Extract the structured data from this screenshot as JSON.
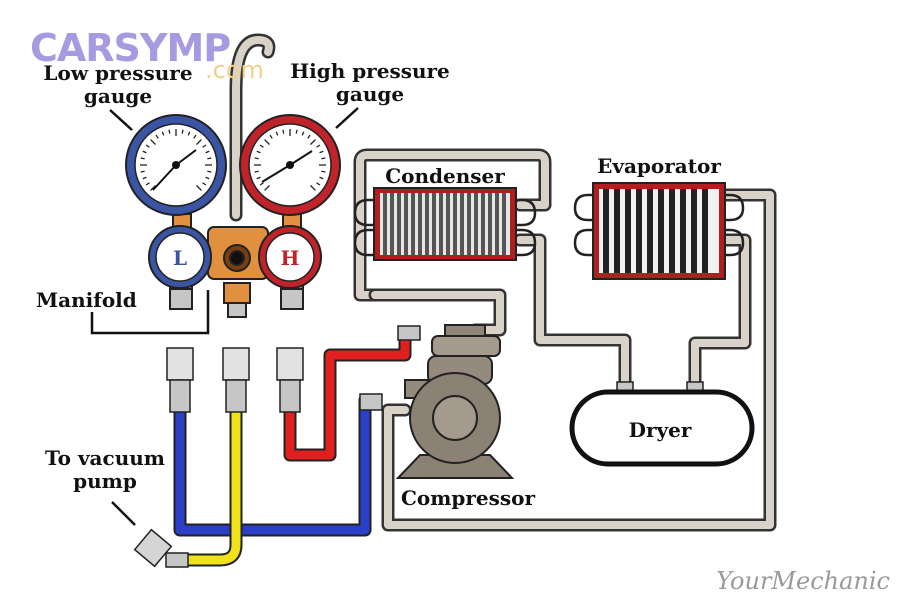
{
  "logo": {
    "brand": "CARSYMP",
    "suffix": ".com"
  },
  "labels": {
    "low_gauge": "Low pressure\ngauge",
    "high_gauge": "High pressure\ngauge",
    "manifold": "Manifold",
    "vacuum_pump": "To vacuum\npump",
    "condenser": "Condenser",
    "evaporator": "Evaporator",
    "dryer": "Dryer",
    "compressor": "Compressor",
    "gauge_low_letter": "L",
    "gauge_high_letter": "H"
  },
  "watermark": "YourMechanic",
  "colors": {
    "low_side": "#3a55a4",
    "high_side": "#c0232a",
    "blue_hose": "#2b3fc8",
    "yellow_hose": "#f0e21a",
    "red_hose": "#e0201e",
    "tube": "#d8d2c8",
    "compressor": "#a49a8e",
    "manifold_body": "#e19040"
  }
}
